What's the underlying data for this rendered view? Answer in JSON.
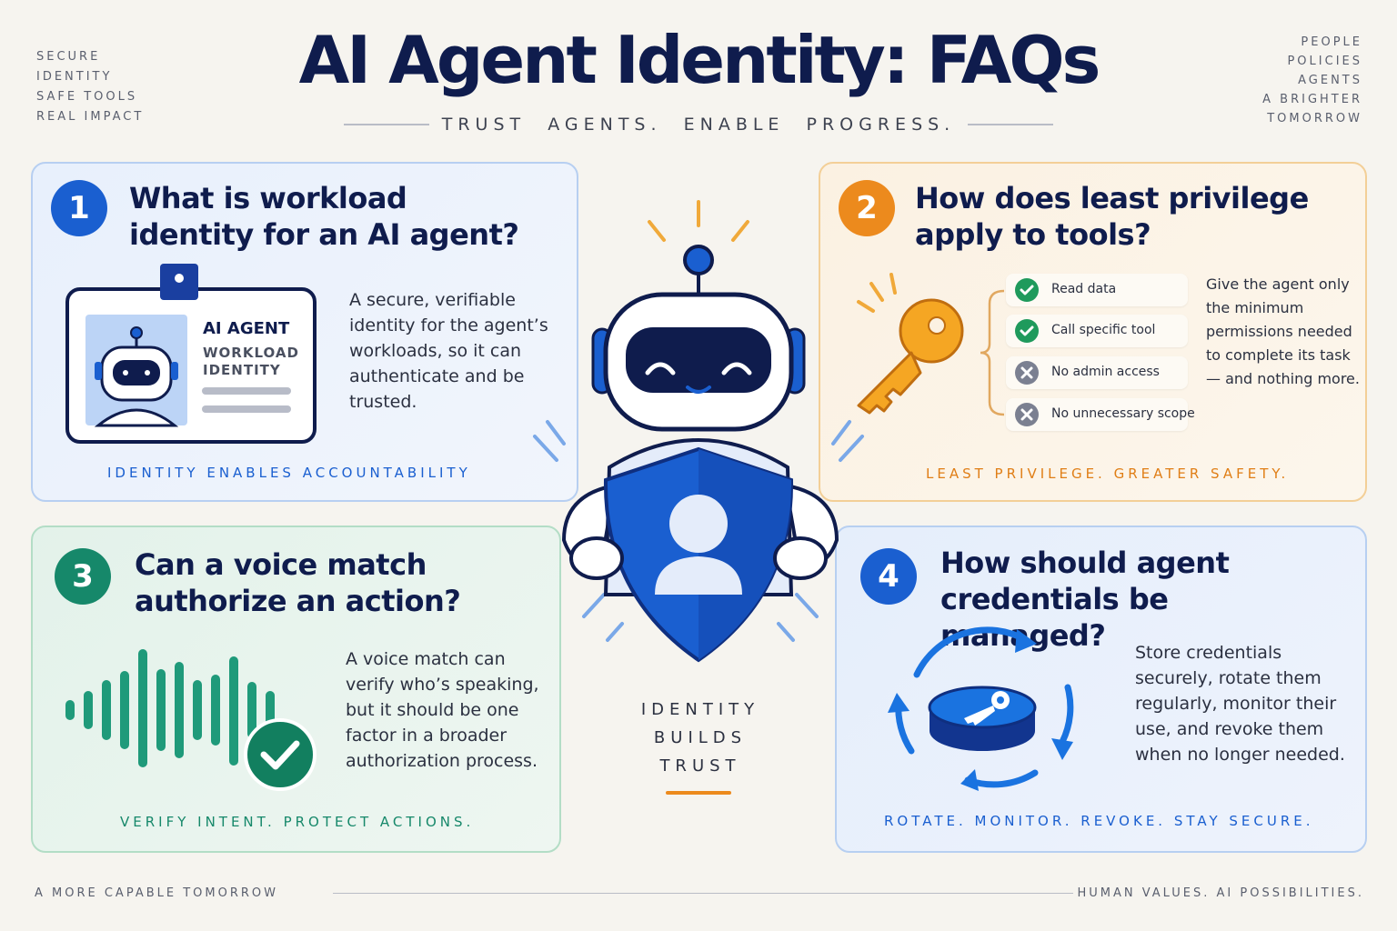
{
  "header": {
    "title": "AI Agent Identity: FAQs",
    "subtitle": "TRUST  AGENTS.  ENABLE  PROGRESS.",
    "left_list": [
      "SECURE",
      "IDENTITY",
      "SAFE TOOLS",
      "REAL IMPACT"
    ],
    "right_list": [
      "PEOPLE",
      "POLICIES",
      "AGENTS",
      "A BRIGHTER",
      "TOMORROW"
    ]
  },
  "cards": [
    {
      "number": "1",
      "question": "What is workload identity for an AI agent?",
      "answer": "A secure, verifiable identity for the agent’s workloads, so it can authenticate and be trusted.",
      "tagline": "IDENTITY ENABLES ACCOUNTABILITY",
      "badge": {
        "line1": "AI AGENT",
        "line2": "WORKLOAD",
        "line3": "IDENTITY"
      },
      "accent": "#1a5fd0"
    },
    {
      "number": "2",
      "question": "How does least privilege apply to tools?",
      "answer": "Give the agent only the minimum permissions needed to complete its task — and nothing more.",
      "tagline": "LEAST PRIVILEGE. GREATER SAFETY.",
      "permissions": [
        {
          "label": "Read data",
          "allowed": true
        },
        {
          "label": "Call specific tool",
          "allowed": true
        },
        {
          "label": "No admin access",
          "allowed": false
        },
        {
          "label": "No unnecessary scope",
          "allowed": false
        }
      ],
      "accent": "#ec8a1d"
    },
    {
      "number": "3",
      "question": "Can a voice match authorize an action?",
      "answer": "A voice match can verify who’s speaking, but it should be one factor in a broader authorization process.",
      "tagline": "VERIFY INTENT. PROTECT ACTIONS.",
      "accent": "#16886a"
    },
    {
      "number": "4",
      "question": "How should agent credentials be managed?",
      "answer": "Store credentials securely, rotate them regularly, monitor their use, and revoke them when no longer needed.",
      "tagline": "ROTATE. MONITOR. REVOKE. STAY SECURE.",
      "accent": "#1a5fd0"
    }
  ],
  "center": {
    "caption_lines": [
      "IDENTITY",
      "BUILDS",
      "TRUST"
    ]
  },
  "footer": {
    "left": "A MORE CAPABLE TOMORROW",
    "right": "HUMAN VALUES. AI POSSIBILITIES."
  },
  "colors": {
    "navy": "#0f1c4d",
    "blue": "#1a5fd0",
    "orange": "#ec8a1d",
    "green": "#16886a",
    "check_green": "#1f9a5c",
    "x_gray": "#7b8091"
  }
}
